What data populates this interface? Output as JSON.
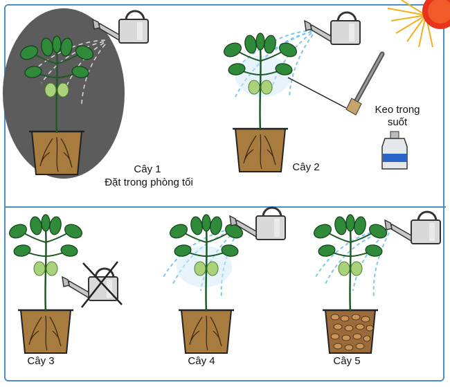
{
  "plants": [
    {
      "name": "Cây 1",
      "note": "Đặt trong phòng tối"
    },
    {
      "name": "Cây 2"
    },
    {
      "name": "Cây 3"
    },
    {
      "name": "Cây 4"
    },
    {
      "name": "Cây 5"
    }
  ],
  "glue_label": {
    "line1": "Keo trong",
    "line2": "suốt"
  },
  "colors": {
    "frame": "#4a8fc9",
    "dark_room": "#5c5c5c",
    "leaf": "#2f8a3a",
    "leaf_light": "#a9d37a",
    "soil": "#a87b3e",
    "pebbles": "#9b6b3b",
    "sun": "#e8341c",
    "water": "#7ec6ea"
  }
}
